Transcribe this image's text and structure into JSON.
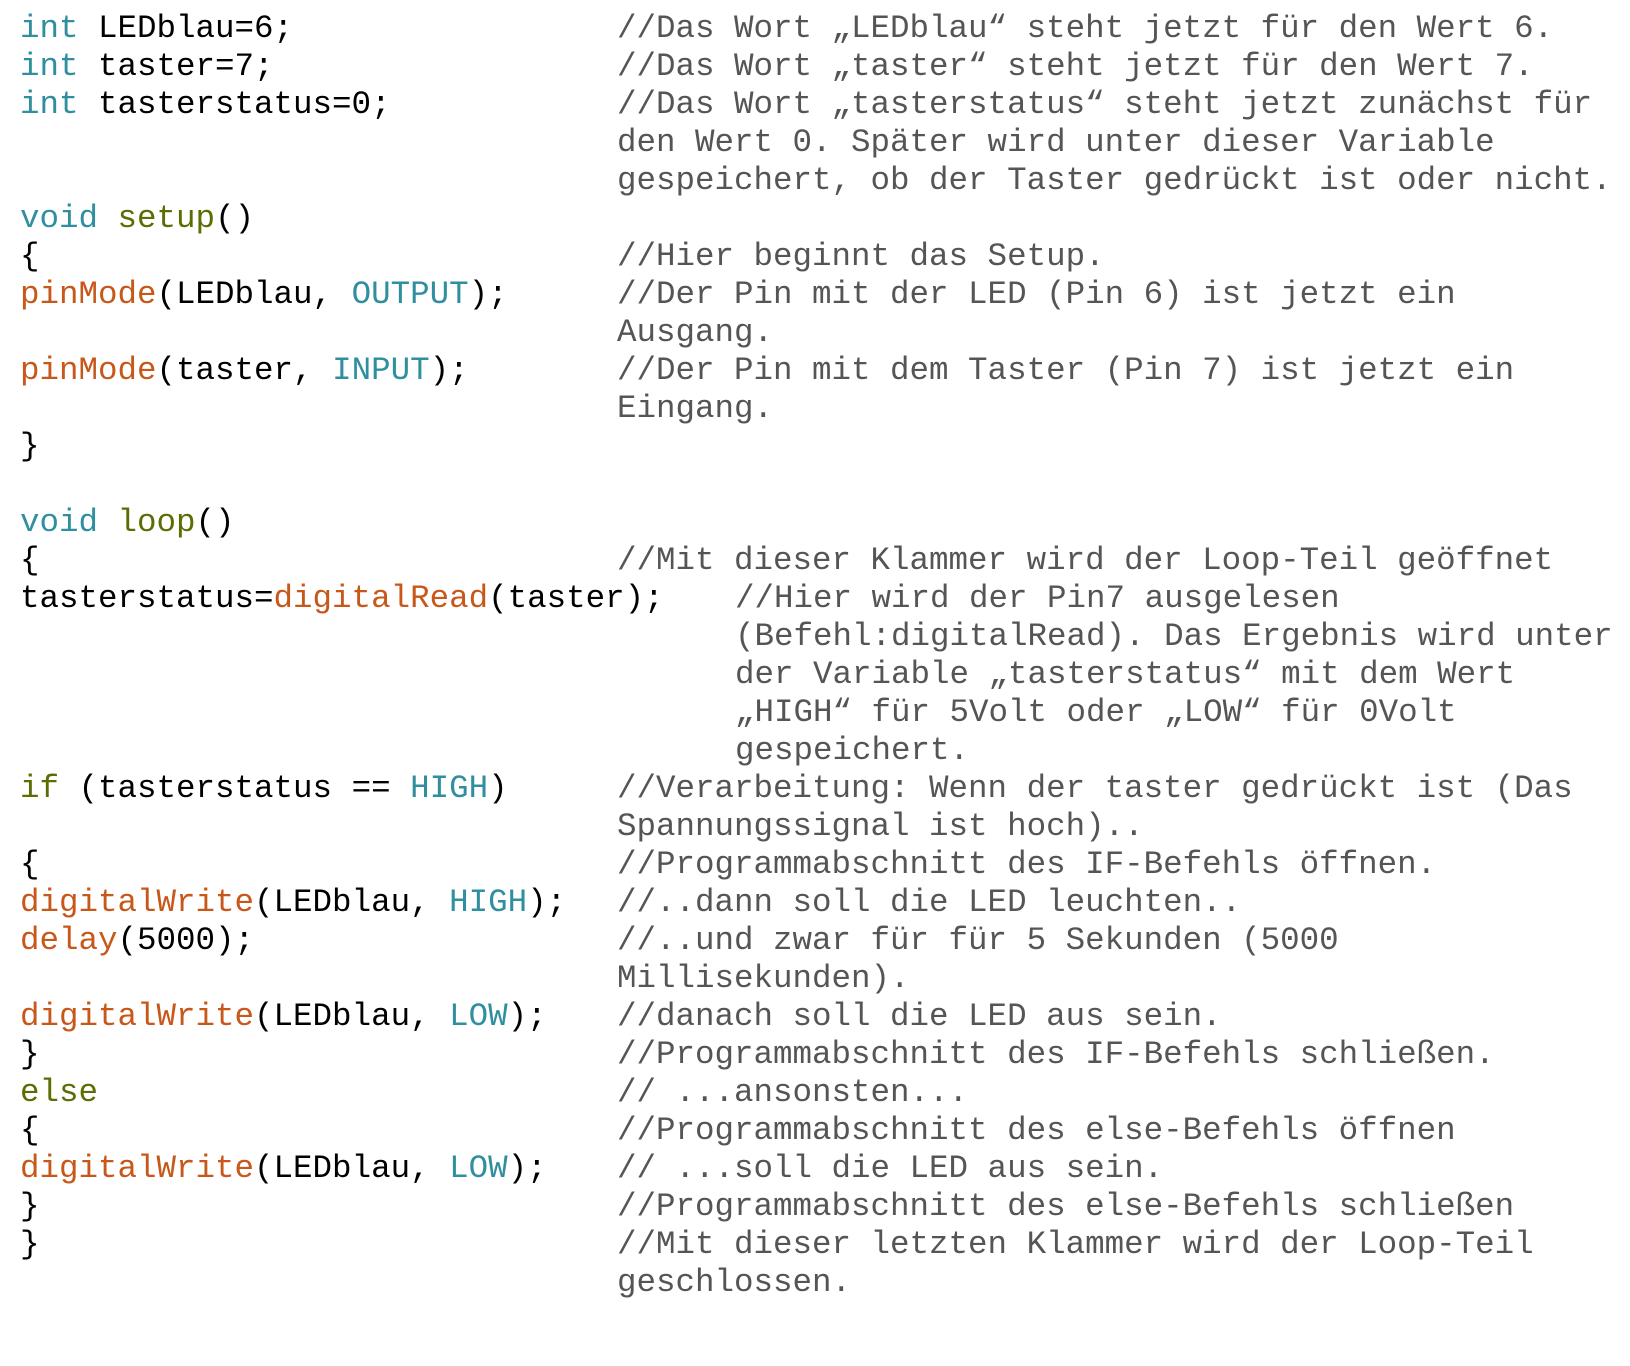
{
  "colors": {
    "type_keyword": "#2f8f9e",
    "structure_keyword": "#5e6d03",
    "function_call": "#c7581a",
    "constant": "#2f8f9e",
    "comment": "#555555",
    "text": "#000000"
  },
  "lines": [
    {
      "kw": "int",
      "rest": " LEDblau=6;",
      "comment": "//Das Wort „LEDblau“ steht jetzt für den Wert 6."
    },
    {
      "kw": "int",
      "rest": " taster=7;",
      "comment": "//Das Wort „taster“ steht jetzt für den Wert 7."
    },
    {
      "kw": "int",
      "rest": " tasterstatus=0;",
      "comment": "//Das Wort „tasterstatus“ steht jetzt zunächst für den Wert 0. Später wird unter dieser Variable gespeichert, ob der Taster gedrückt ist oder nicht."
    },
    {
      "kw": "void",
      "fn": "setup",
      "rest": "()"
    },
    {
      "text": "{",
      "comment": "//Hier beginnt das Setup."
    },
    {
      "call": "pinMode",
      "arg": "(LEDblau, ",
      "const": "OUTPUT",
      "end": ");",
      "comment": "//Der Pin mit der LED (Pin 6) ist jetzt ein Ausgang."
    },
    {
      "call": "pinMode",
      "arg": "(taster, ",
      "const": "INPUT",
      "end": ");",
      "comment": "//Der Pin mit dem Taster (Pin 7) ist jetzt ein Eingang."
    },
    {
      "text": "}"
    },
    {
      "kw": "void",
      "fn": "loop",
      "rest": "()"
    },
    {
      "text": "{",
      "comment": "//Mit dieser Klammer wird der Loop-Teil geöffnet"
    },
    {
      "pre": "tasterstatus=",
      "call": "digitalRead",
      "arg": "(taster);",
      "comment": "//Hier wird der Pin7 ausgelesen (Befehl:digitalRead). Das Ergebnis wird unter der Variable „tasterstatus“ mit dem Wert „HIGH“ für 5Volt oder „LOW“ für 0Volt gespeichert."
    },
    {
      "kw": "if",
      "arg": " (tasterstatus == ",
      "const": "HIGH",
      "end": ")",
      "comment": "//Verarbeitung: Wenn der taster gedrückt ist (Das Spannungssignal ist hoch).."
    },
    {
      "text": "{",
      "comment": "//Programmabschnitt des IF-Befehls öffnen."
    },
    {
      "call": "digitalWrite",
      "arg": "(LEDblau, ",
      "const": "HIGH",
      "end": ");",
      "comment": "//..dann soll die LED leuchten.."
    },
    {
      "call": "delay",
      "arg": "(5000);",
      "comment": "//..und zwar für für 5 Sekunden (5000 Millisekunden)."
    },
    {
      "call": "digitalWrite",
      "arg": "(LEDblau, ",
      "const": "LOW",
      "end": ");",
      "comment": "//danach soll die LED aus sein."
    },
    {
      "text": "}",
      "comment": "//Programmabschnitt des IF-Befehls schließen."
    },
    {
      "kw": "else",
      "comment": "// ...ansonsten..."
    },
    {
      "text": "{",
      "comment": "//Programmabschnitt des else-Befehls öffnen"
    },
    {
      "call": "digitalWrite",
      "arg": "(LEDblau, ",
      "const": "LOW",
      "end": ");",
      "comment": "// ...soll die LED aus sein."
    },
    {
      "text": "}",
      "comment": "//Programmabschnitt des else-Befehls schließen"
    },
    {
      "text": "}",
      "comment": "//Mit dieser letzten Klammer wird der Loop-Teil geschlossen."
    }
  ]
}
